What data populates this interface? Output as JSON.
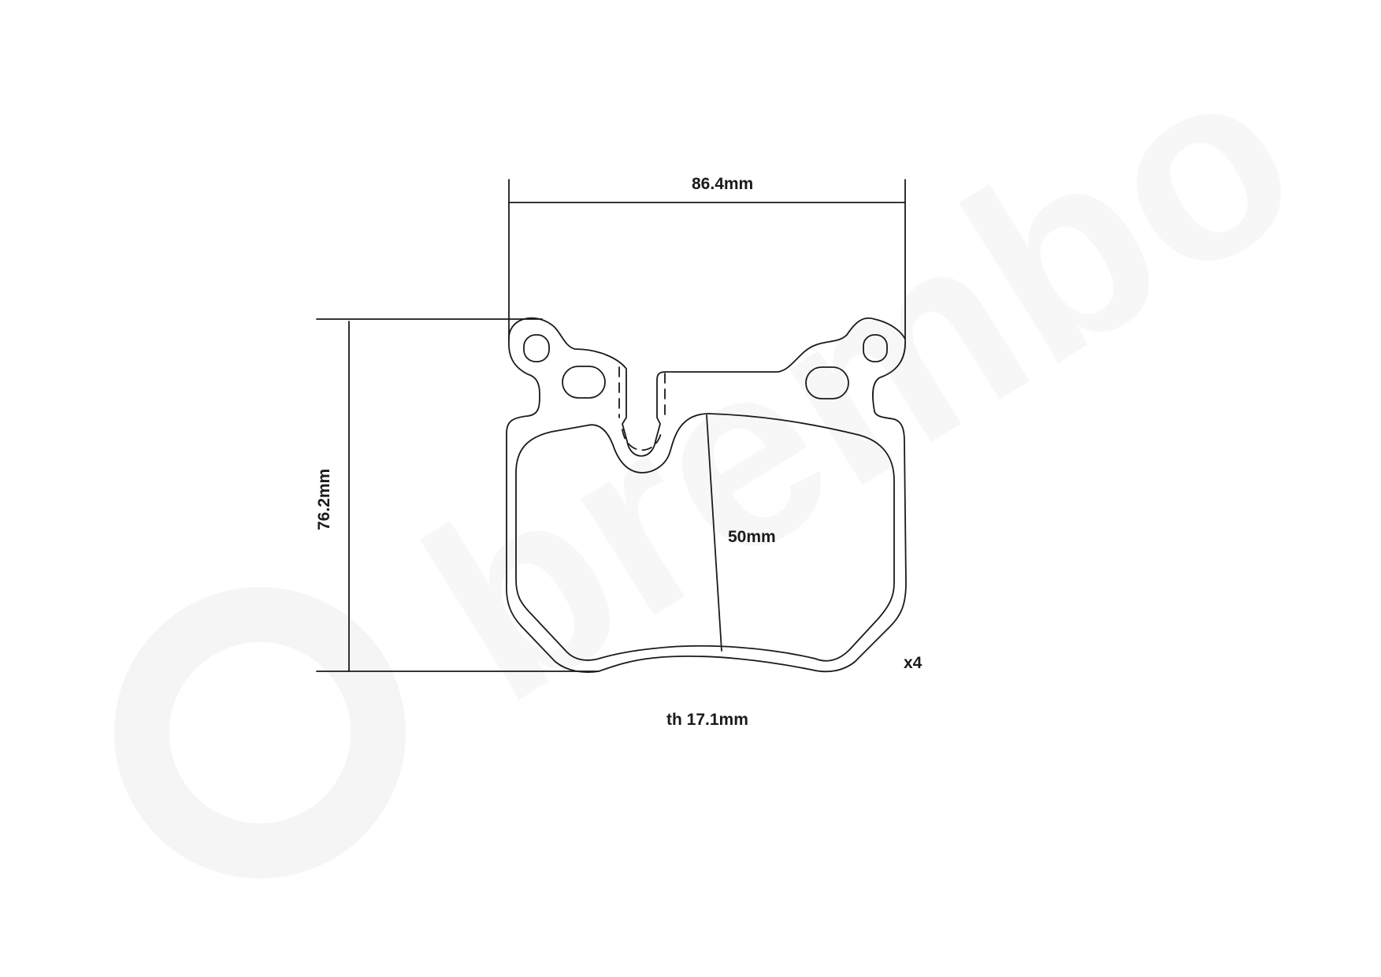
{
  "diagram": {
    "subject": "brake pad outline",
    "watermark": "brembo",
    "colors": {
      "line": "#1a1a1a",
      "watermark": "#f6f6f6",
      "background": "#ffffff"
    },
    "dimensions": {
      "width": "86.4mm",
      "height": "76.2mm",
      "friction_height": "50mm",
      "thickness": "th 17.1mm"
    },
    "quantity": "x4"
  }
}
